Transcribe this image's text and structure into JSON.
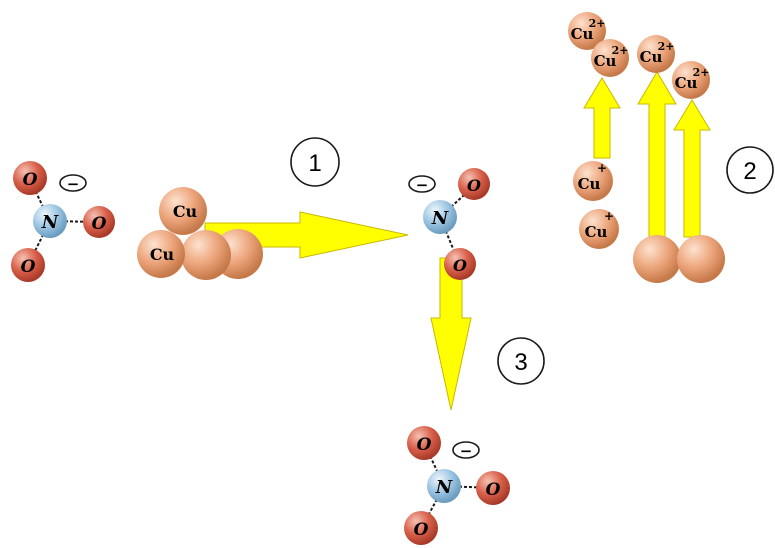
{
  "colors": {
    "oxygen": "#d9604a",
    "nitrogen": "#9ec6e3",
    "copper": "#eca57b",
    "arrow": "#ffff00",
    "arrow_outline": "#c9b800",
    "ink": "#1a1a1a"
  },
  "labels": {
    "oxygen": "O",
    "nitrogen": "N",
    "copper": "Cu",
    "cu_plus": "Cu",
    "plus": "+",
    "cu2_charge": "2+",
    "minus": "−"
  },
  "steps": {
    "step1": "1",
    "step2": "2",
    "step3": "3"
  }
}
